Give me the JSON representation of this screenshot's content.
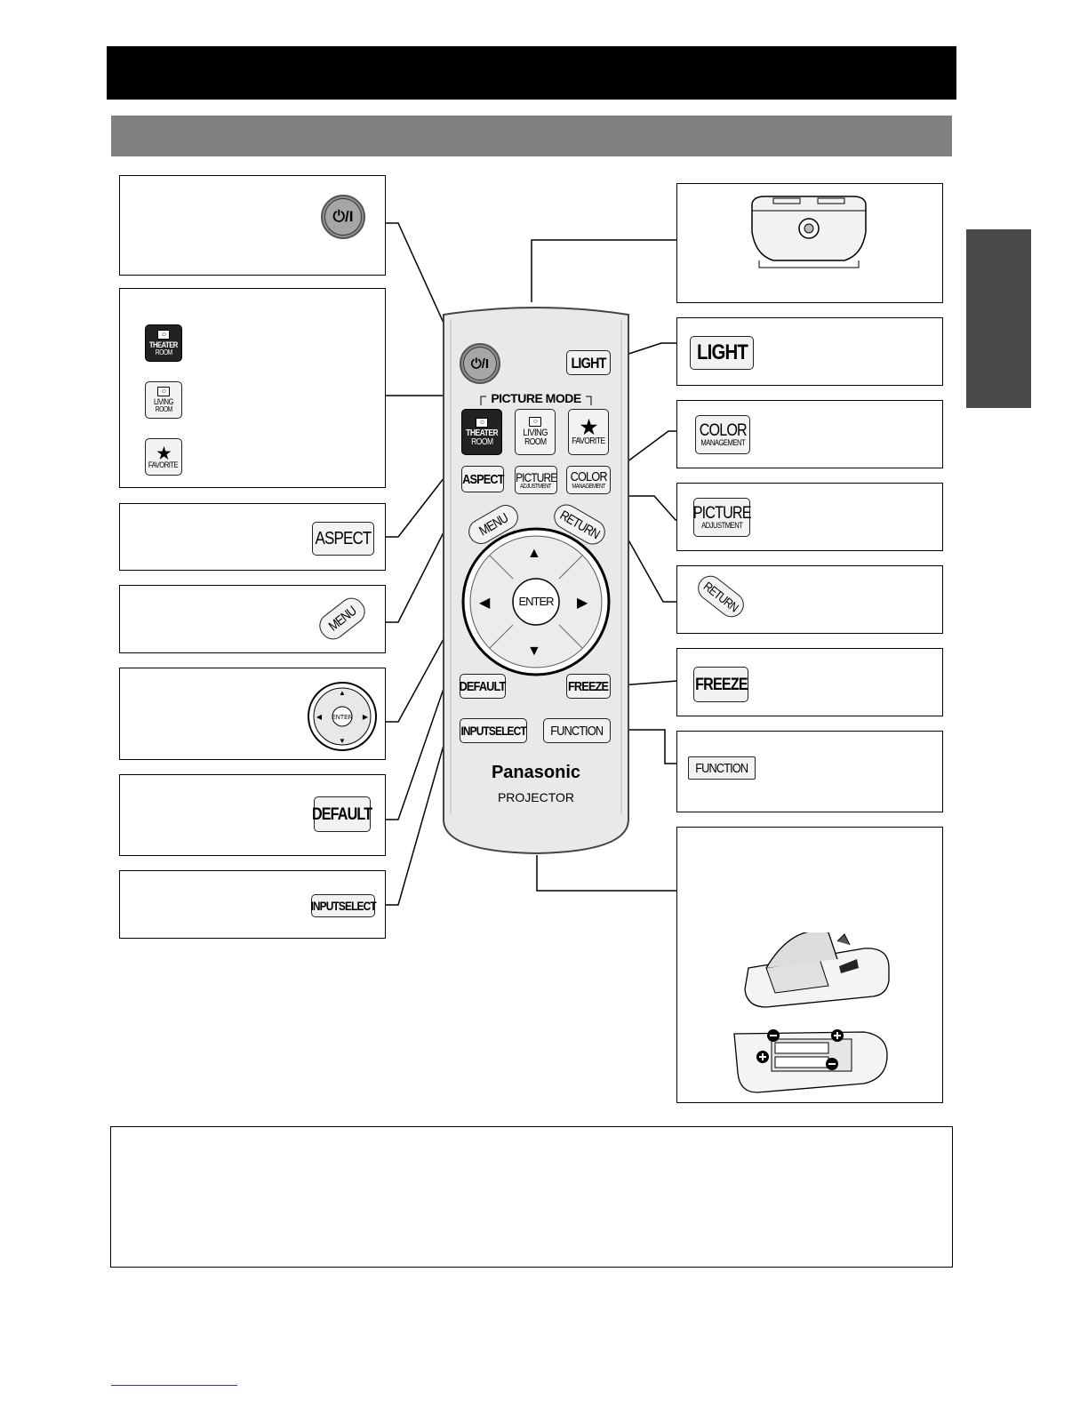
{
  "remote": {
    "power_label": "⏻/I",
    "light_label": "LIGHT",
    "picture_mode_label": "PICTURE MODE",
    "theater_top": "THEATER",
    "theater_bottom": "ROOM",
    "living_top": "LIVING",
    "living_bottom": "ROOM",
    "favorite_label": "FAVORITE",
    "aspect_label": "ASPECT",
    "picture_top": "PICTURE",
    "picture_bottom": "ADJUSTMENT",
    "color_top": "COLOR",
    "color_bottom": "MANAGEMENT",
    "menu_label": "MENU",
    "return_label": "RETURN",
    "enter_label": "ENTER",
    "default_label": "DEFAULT",
    "freeze_label": "FREEZE",
    "input_select_label": "INPUTSELECT",
    "function_label": "FUNCTION",
    "brand": "Panasonic",
    "model": "PROJECTOR"
  },
  "icons": {
    "up": "▲",
    "down": "▼",
    "left": "◀",
    "right": "▶",
    "star": "★",
    "person": "☺"
  }
}
